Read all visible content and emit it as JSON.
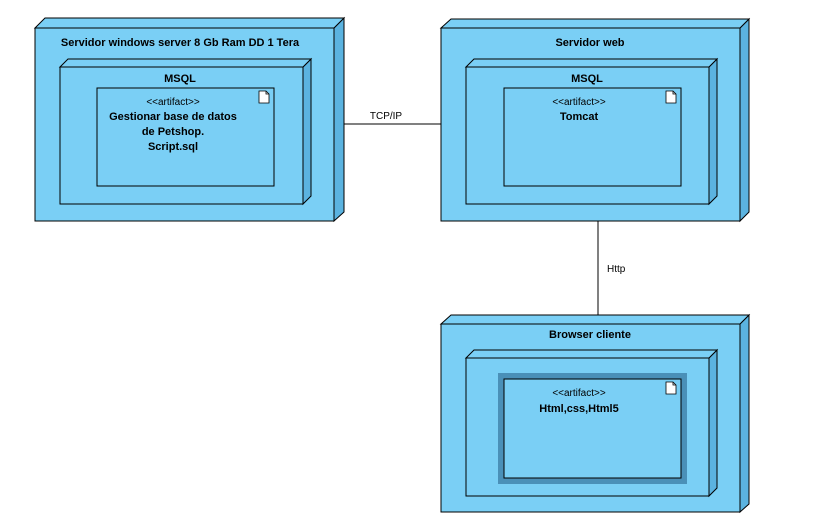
{
  "colors": {
    "node_fill": "#7ACFF5",
    "node_side": "#5BB3E0",
    "stroke": "#000000",
    "highlight": "#4A90B8"
  },
  "nodes": {
    "db_server": {
      "title": "Servidor windows server 8 Gb Ram DD 1 Tera",
      "inner": {
        "title": "MSQL",
        "artifact": {
          "stereotype": "<<artifact>>",
          "lines": [
            "Gestionar base de datos",
            "de Petshop.",
            "Script.sql"
          ],
          "icon": "document-icon"
        }
      }
    },
    "web_server": {
      "title": "Servidor web",
      "inner": {
        "title": "MSQL",
        "artifact": {
          "stereotype": "<<artifact>>",
          "lines": [
            "Tomcat"
          ],
          "icon": "document-icon"
        }
      }
    },
    "browser": {
      "title": "Browser cliente",
      "inner": {
        "title": "",
        "artifact": {
          "stereotype": "<<artifact>>",
          "lines": [
            "Html,css,Html5"
          ],
          "icon": "document-icon"
        }
      }
    }
  },
  "connections": {
    "tcp": {
      "label": "TCP/IP"
    },
    "http": {
      "label": "Http"
    }
  }
}
